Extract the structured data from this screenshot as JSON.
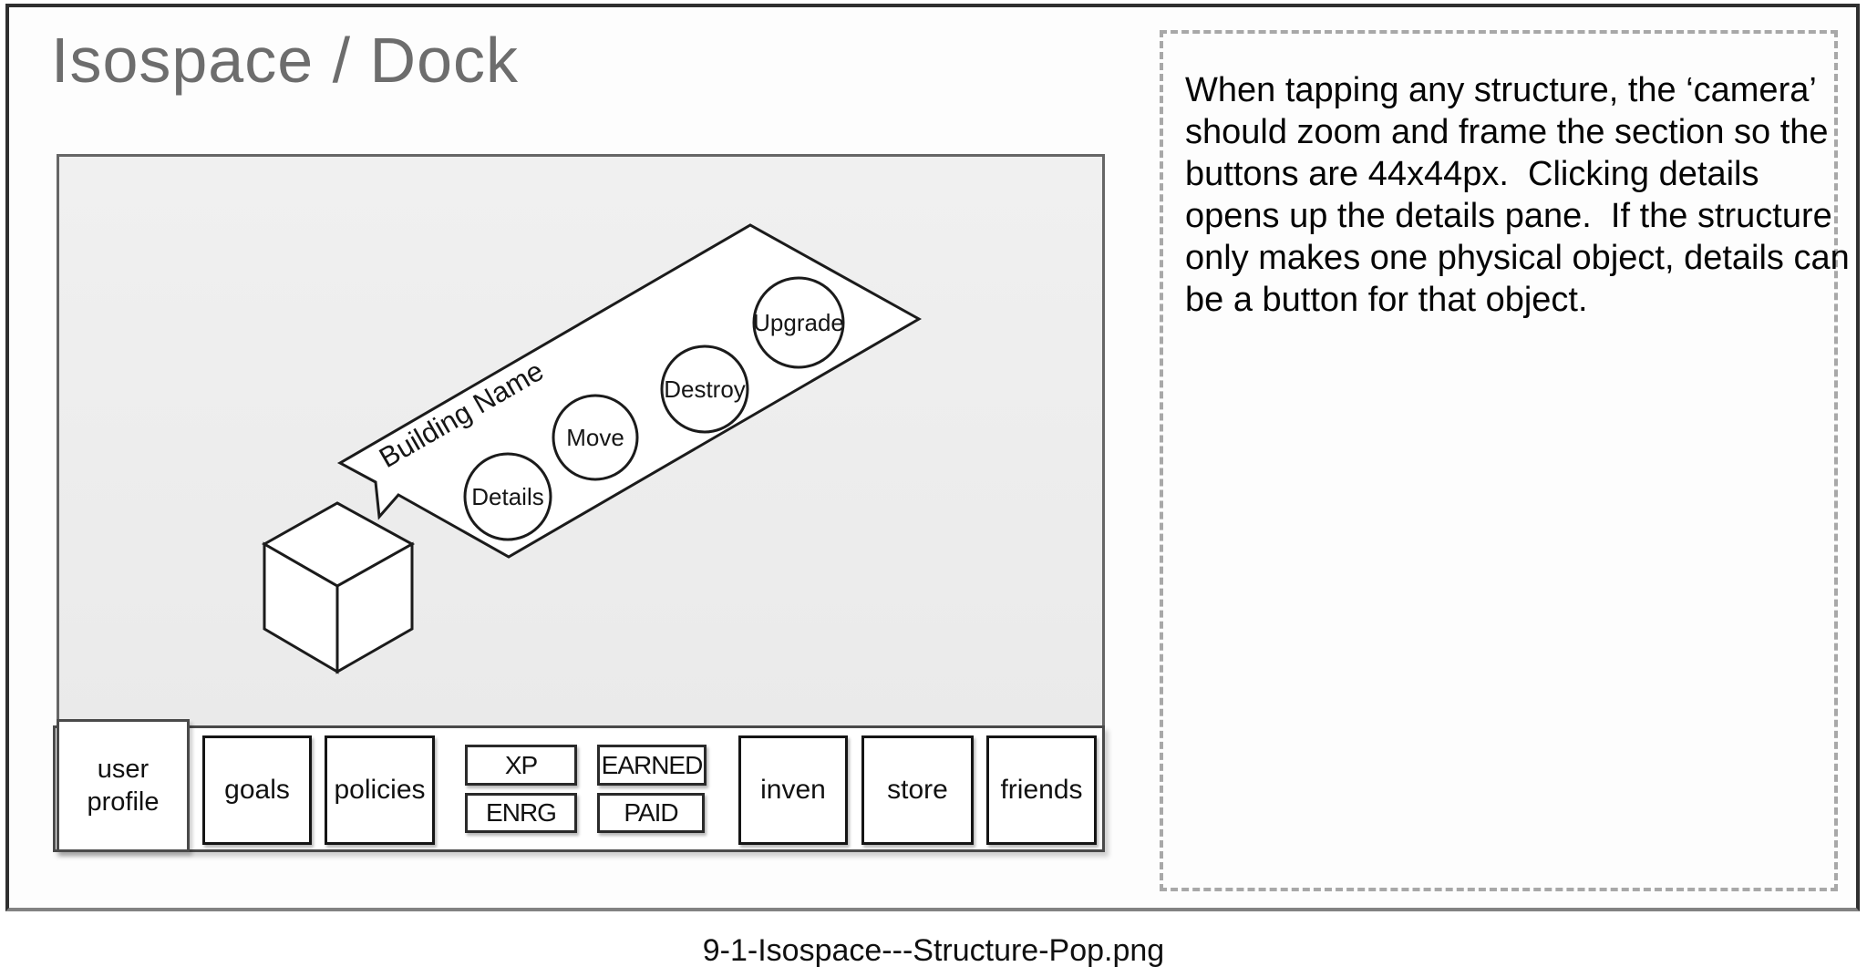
{
  "title": "Isospace / Dock",
  "popup": {
    "building_name": "Building Name",
    "details_label": "Details",
    "move_label": "Move",
    "destroy_label": "Destroy",
    "upgrade_label": "Upgrade"
  },
  "dock": {
    "user_profile_label": "user profile",
    "goals_label": "goals",
    "policies_label": "policies",
    "xp_label": "XP",
    "enrg_label": "ENRG",
    "earned_label": "EARNED",
    "paid_label": "PAID",
    "inven_label": "inven",
    "store_label": "store",
    "friends_label": "friends"
  },
  "note": {
    "lines": [
      "When tapping any structure, the ‘camera’",
      "should zoom and frame the section so the",
      "buttons are 44x44px.  Clicking details",
      "opens up the details pane.  If the structure",
      "only makes one physical object, details can",
      "be a button for that object."
    ]
  },
  "caption": "9-1-Isospace---Structure-Pop.png",
  "colors": {
    "canvas_bg": "#ededed",
    "frame_border": "#2f2f2f",
    "stroke_dark": "#1b1b1b",
    "title_gray": "#6d6d6d",
    "dash_gray": "#a8a8a8"
  }
}
